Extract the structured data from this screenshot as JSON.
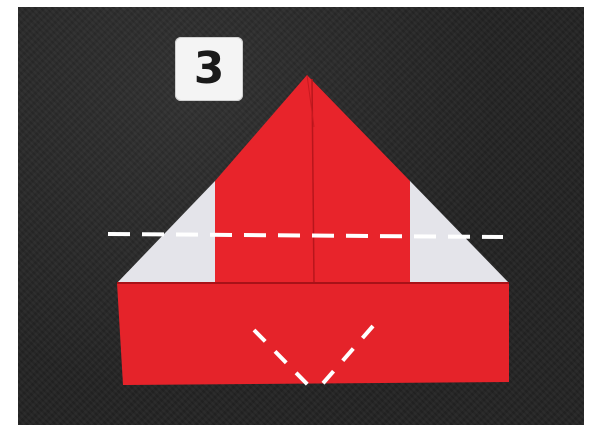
{
  "step": {
    "number": "3"
  },
  "colors": {
    "paper_red": "#e8242b",
    "paper_white": "#e4e4ea",
    "fold_line": "#ffffff",
    "background": "#232323"
  },
  "icons": [
    "fold-line-horizontal",
    "fold-line-v-shape"
  ]
}
